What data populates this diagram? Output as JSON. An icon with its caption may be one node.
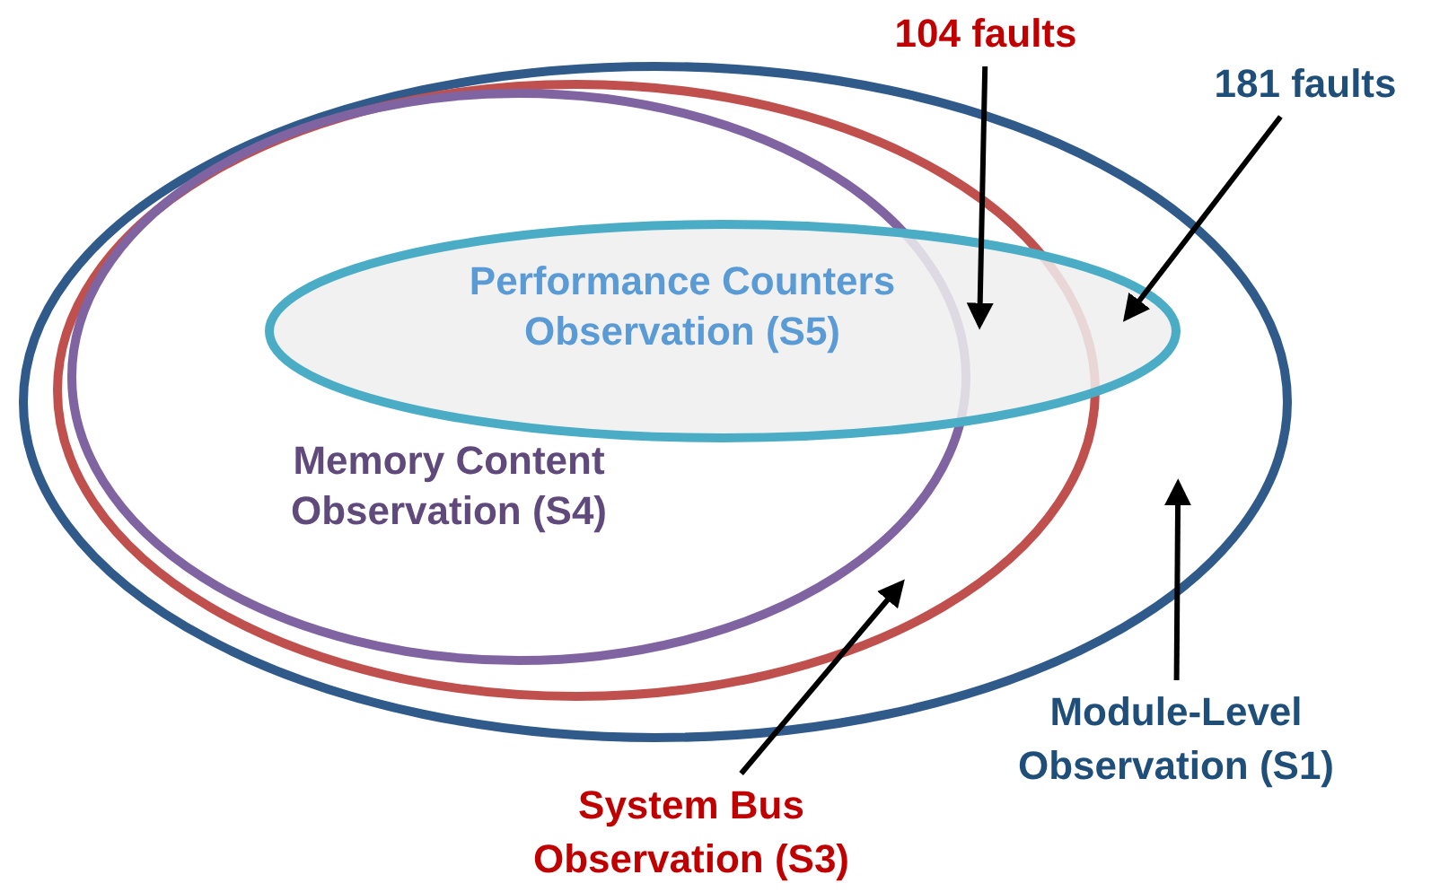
{
  "diagram": {
    "nodes": [
      {
        "text": [],
        "shape": "ellipse"
      },
      {
        "text": [],
        "shape": "ellipse",
        "in": 0
      },
      {
        "text": [
          "Memory Content Observation (S4)"
        ],
        "in": 1
      },
      {
        "text": [
          "Performance Counters Observation (S5)"
        ],
        "in": 0
      },
      {
        "text": [
          "104 faults"
        ]
      },
      {
        "text": [
          "181 faults"
        ]
      },
      {
        "text": [
          "System Bus Observation (S3)"
        ]
      },
      {
        "text": [
          "Module-Level Observation (S1)"
        ]
      }
    ],
    "edges": [
      {
        "from": 4,
        "to": 3,
        "arrow": "to"
      },
      {
        "from": 5,
        "to": 3,
        "arrow": "to"
      },
      {
        "from": 6,
        "to": 1,
        "arrow": "to"
      },
      {
        "from": 7,
        "to": 0,
        "arrow": "to"
      }
    ]
  }
}
